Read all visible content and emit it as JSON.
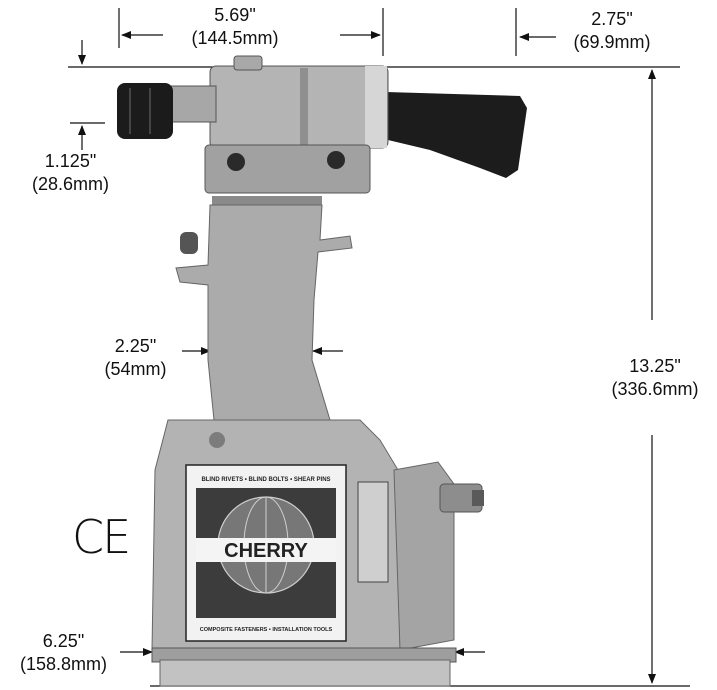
{
  "dimensions": {
    "top_width": {
      "in": "5.69\"",
      "mm": "(144.5mm)"
    },
    "handle_offset": {
      "in": "2.75\"",
      "mm": "(69.9mm)"
    },
    "nose_height": {
      "in": "1.125\"",
      "mm": "(28.6mm)"
    },
    "grip_width": {
      "in": "2.25\"",
      "mm": "(54mm)"
    },
    "total_height": {
      "in": "13.25\"",
      "mm": "(336.6mm)"
    },
    "base_width": {
      "in": "6.25\"",
      "mm": "(158.8mm)"
    }
  },
  "label": {
    "top_text": "BLIND RIVETS • BLIND BOLTS • SHEAR PINS",
    "brand": "CHERRY",
    "bottom_text": "COMPOSITE FASTENERS • INSTALLATION TOOLS"
  },
  "ce_mark": "CE",
  "colors": {
    "line": "#111111",
    "tool_light": "#b9b9b9",
    "tool_mid": "#9a9a9a",
    "tool_dark": "#6e6e6e",
    "black": "#1a1a1a"
  }
}
